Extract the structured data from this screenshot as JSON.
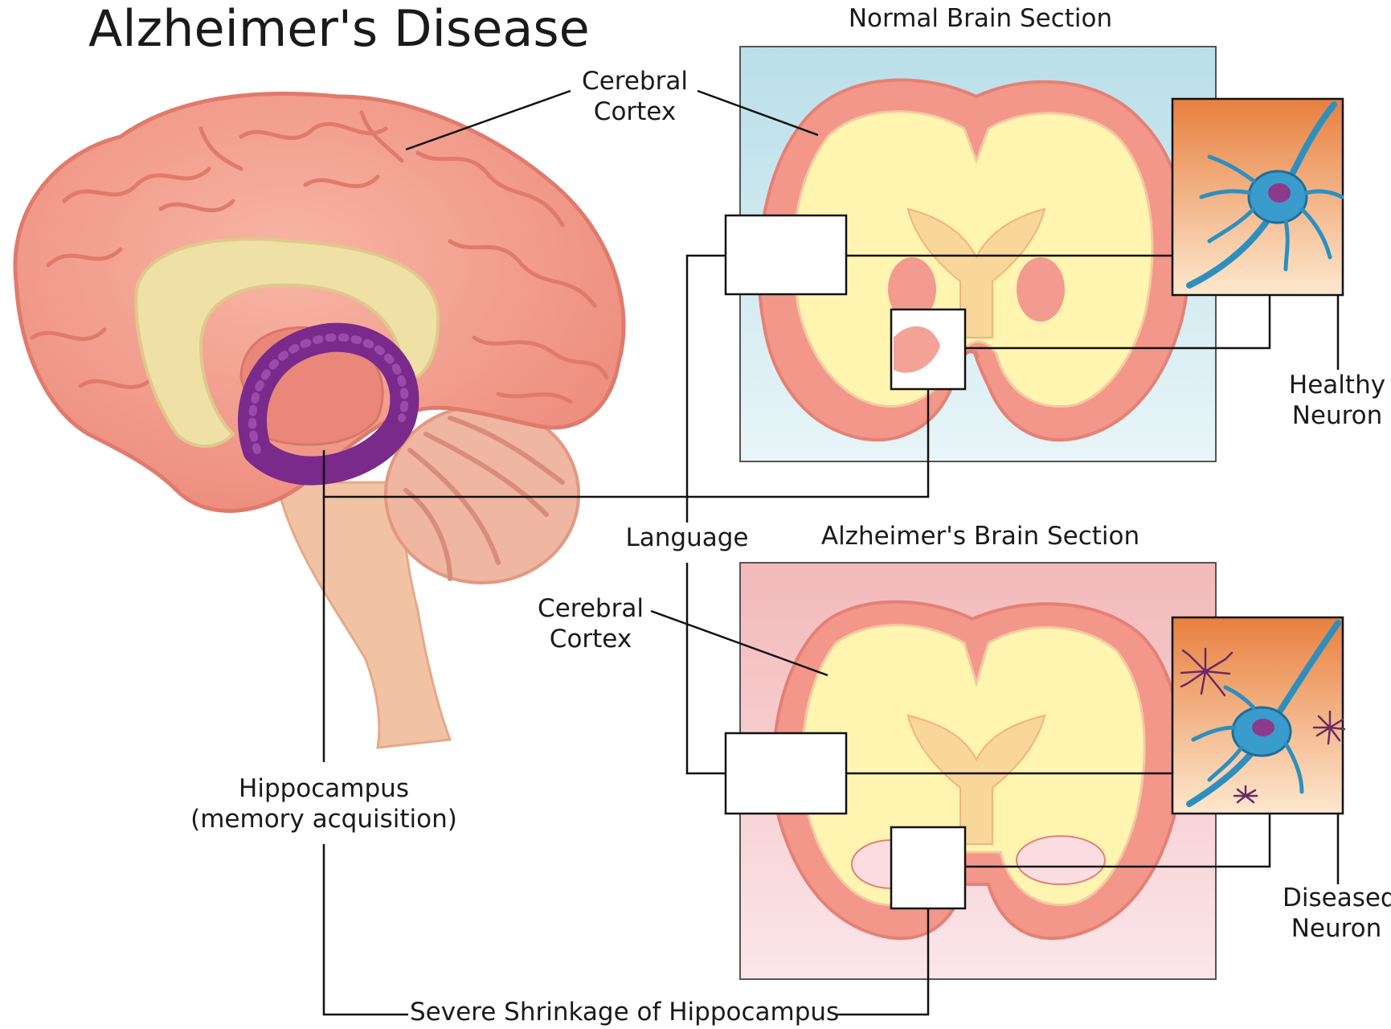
{
  "title": "Alzheimer's Disease",
  "labels": {
    "normal_section": "Normal Brain Section",
    "alz_section": "Alzheimer's Brain Section",
    "cortex_top_1": "Cerebral",
    "cortex_top_2": "Cortex",
    "cortex_bottom_1": "Cerebral",
    "cortex_bottom_2": "Cortex",
    "language": "Language",
    "hippocampus_1": "Hippocampus",
    "hippocampus_2": "(memory acquisition)",
    "healthy_1": "Healthy",
    "healthy_2": "Neuron",
    "diseased_1": "Diseased",
    "diseased_2": "Neuron",
    "shrinkage": "Severe Shrinkage of Hippocampus"
  },
  "colors": {
    "brain_pink": "#f3a08f",
    "brain_pink_dark": "#e47d72",
    "corpus_callosum": "#efe0a8",
    "hippocampus_purple": "#7a2a8a",
    "brainstem": "#f0c0a0",
    "cerebellum": "#efb7a3",
    "normal_bg": "#c9e6ee",
    "alz_bg": "#f6c7c7",
    "section_cortex": "#f1948a",
    "section_white_matter": "#fff6b0",
    "neuron_blue": "#2e8fbf",
    "neuron_panel_top": "#e98a4a",
    "neuron_panel_bottom": "#fbe3c8",
    "plaque_purple": "#6a2a66"
  }
}
